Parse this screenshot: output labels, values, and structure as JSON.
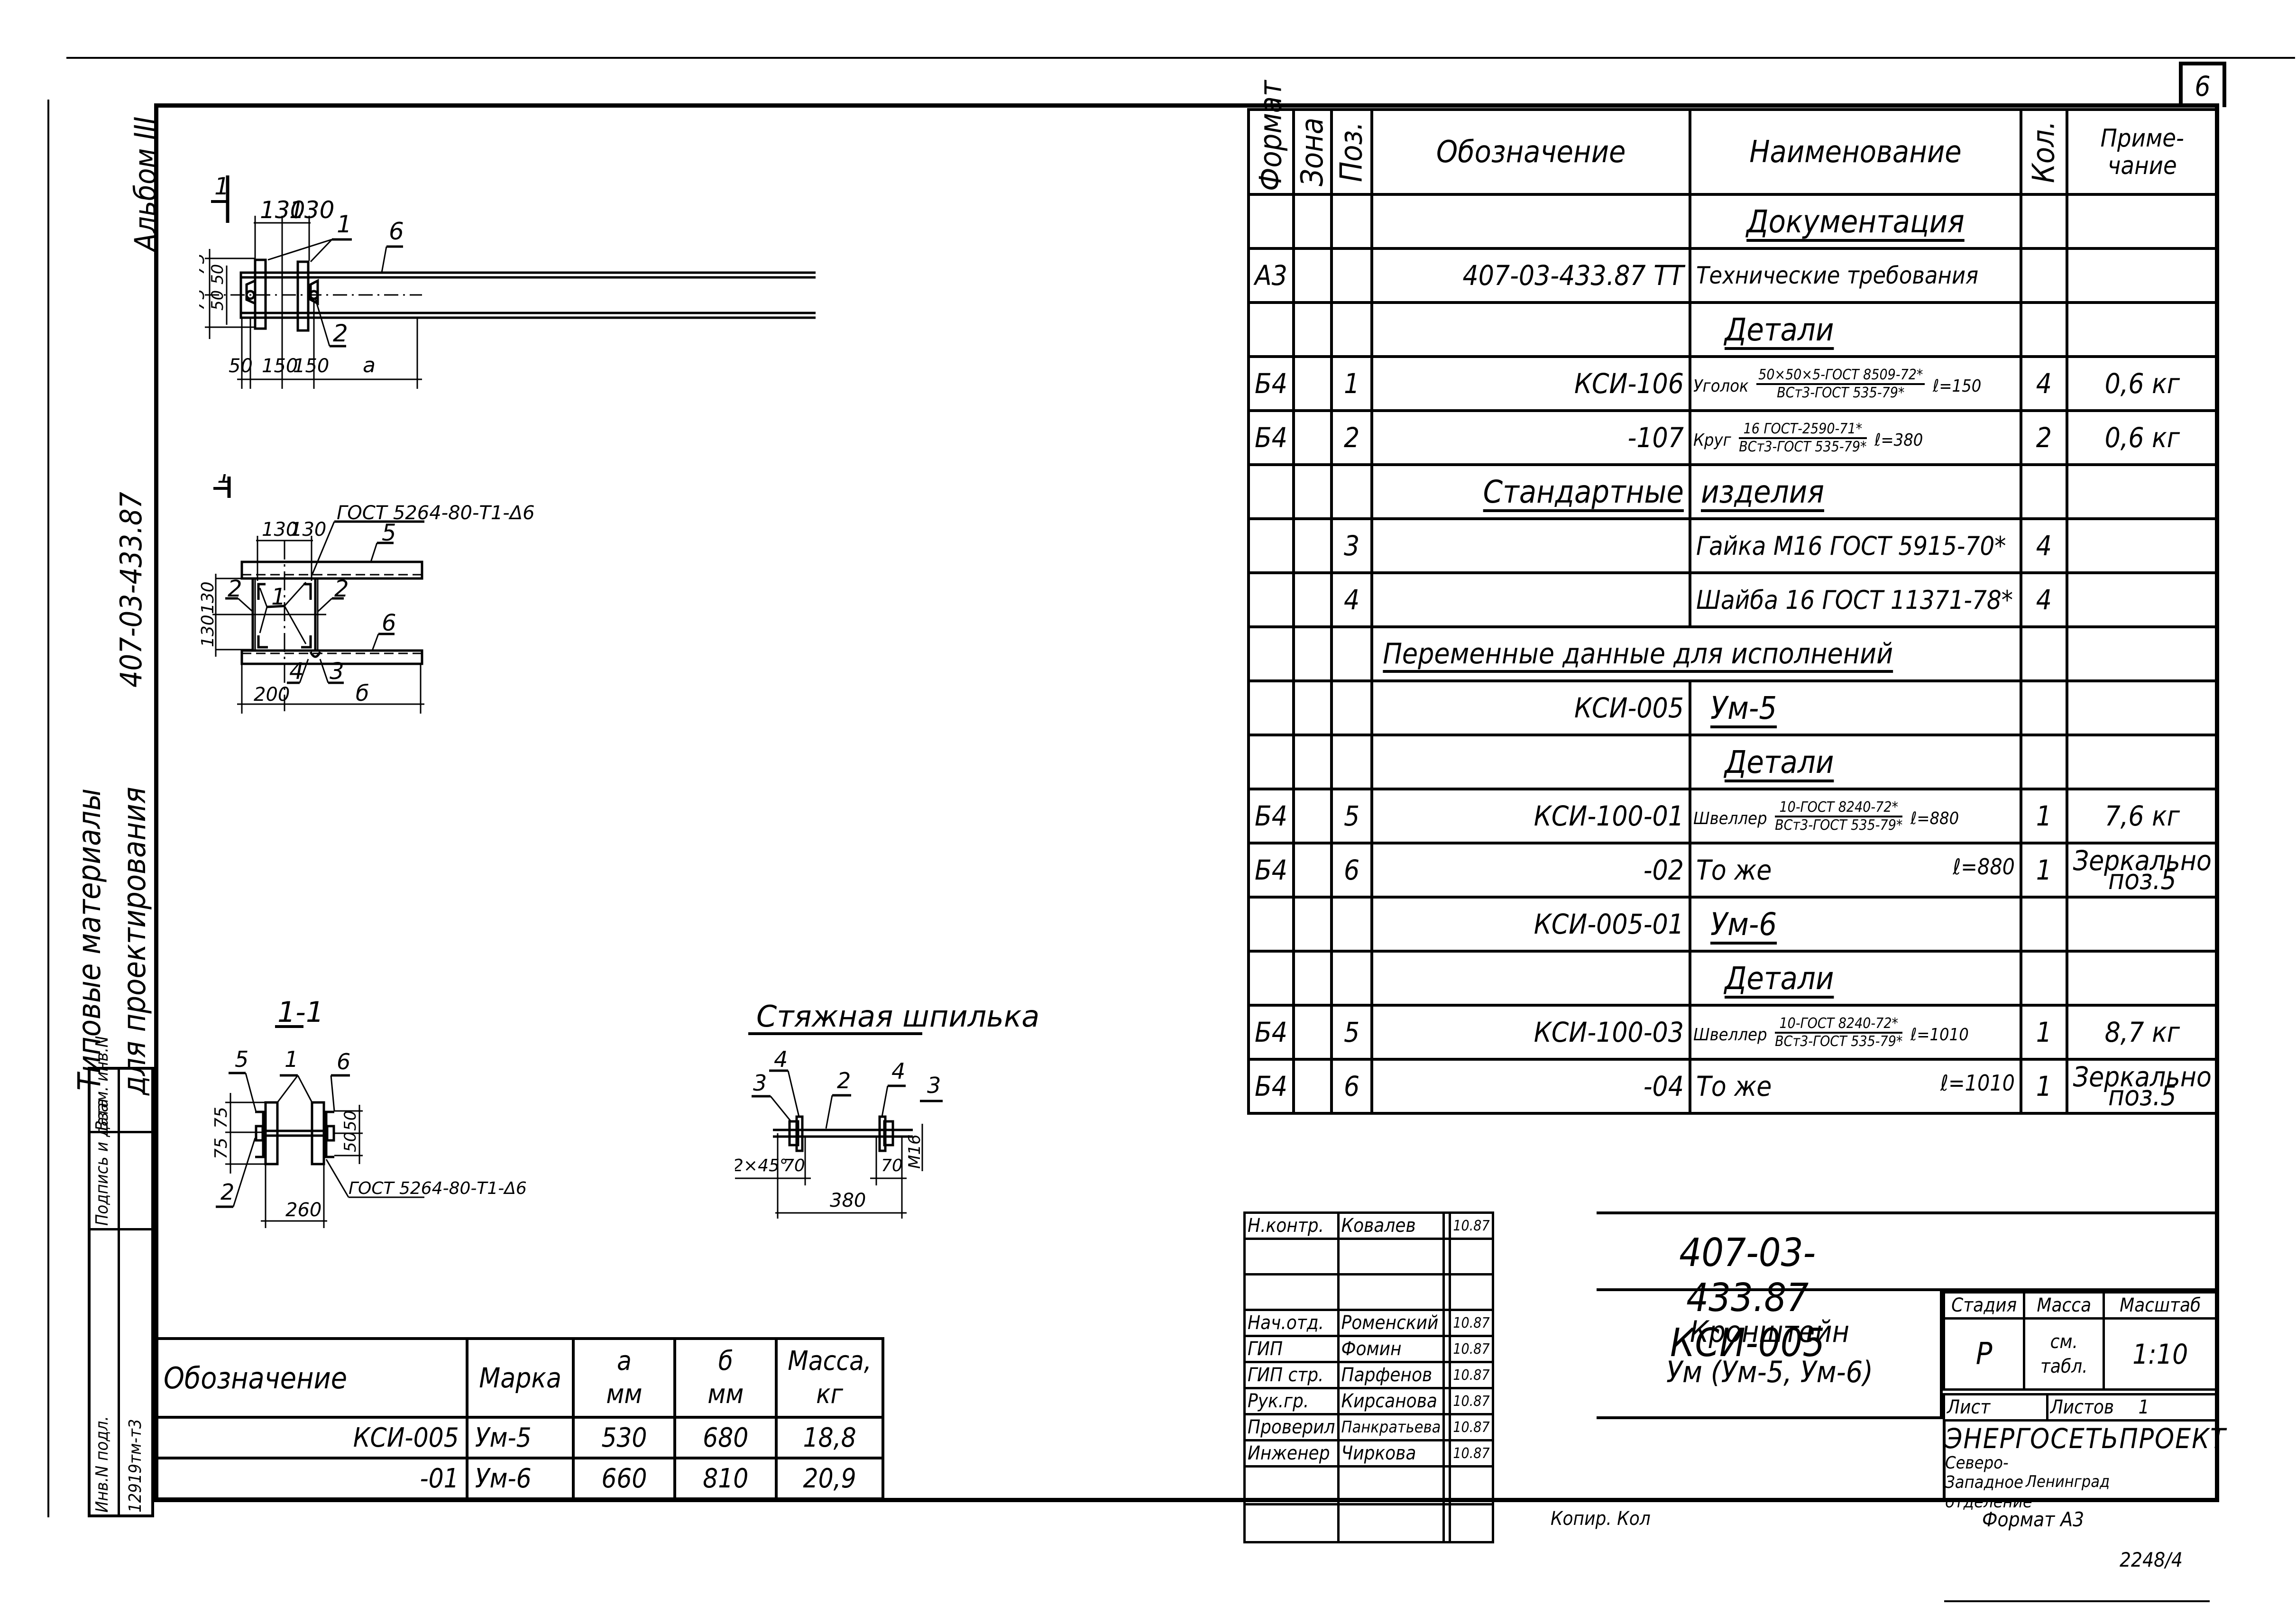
{
  "sheet_number": "6",
  "side_labels": {
    "album": "Альбом III",
    "series_title_line1": "Типовые материалы",
    "series_title_line2": "для проектирования",
    "series_code": "407-03-433.87"
  },
  "stamp": {
    "inv_podl_label": "Инв.N подл.",
    "inv_podl_value": "12919тм-т3",
    "sign_date_label": "Подпись и дата",
    "vzam_label": "Взам. инв.N"
  },
  "drawings": {
    "plan_top": {
      "section_mark": "1",
      "dims_top": [
        "130",
        "130"
      ],
      "dims_left": [
        "75",
        "75",
        "50",
        "50"
      ],
      "dims_bottom": [
        "50",
        "150",
        "150",
        "а"
      ],
      "callouts": [
        "1",
        "6",
        "2"
      ]
    },
    "plan_bottom": {
      "section_mark": "1",
      "weld_note": "ГОСТ 5264-80-Т1-Δ6",
      "dims_top": [
        "130",
        "130"
      ],
      "dims_left": [
        "130",
        "130"
      ],
      "dims_bottom": [
        "200",
        "б"
      ],
      "callouts": [
        "5",
        "2",
        "1",
        "2",
        "6",
        "4",
        "3"
      ]
    },
    "section_1_1": {
      "title": "1-1",
      "dims_left": [
        "75",
        "75"
      ],
      "dims_right": [
        "50",
        "50"
      ],
      "dim_bottom": "260",
      "weld_note": "ГОСТ 5264-80-Т1-Δ6",
      "callouts": [
        "5",
        "1",
        "6",
        "2"
      ]
    },
    "stud": {
      "title": "Стяжная шпилька",
      "chamfer": "2×45°",
      "dims": [
        "70",
        "70",
        "380",
        "М16"
      ],
      "callouts": [
        "4",
        "3",
        "2",
        "4",
        "3"
      ]
    }
  },
  "spec_table": {
    "headers": {
      "format": "Формат",
      "zone": "Зона",
      "pos": "Поз.",
      "designation": "Обозначение",
      "name": "Наименование",
      "qty": "Кол.",
      "note": "Приме-чание"
    },
    "rows": [
      {
        "type": "section",
        "name": "Документация"
      },
      {
        "format": "А3",
        "zone": "",
        "pos": "",
        "designation": "407-03-433.87   ТТ",
        "name": "Технические требования",
        "qty": "",
        "note": ""
      },
      {
        "type": "section",
        "name": "Детали"
      },
      {
        "format": "Б4",
        "zone": "",
        "pos": "1",
        "designation": "КСИ-106",
        "name_prefix": "Уголок",
        "frac_num": "50×50×5-ГОСТ 8509-72*",
        "frac_den": "ВСт3-ГОСТ 535-79*",
        "length": "ℓ=150",
        "qty": "4",
        "note": "0,6 кг"
      },
      {
        "format": "Б4",
        "zone": "",
        "pos": "2",
        "designation": "-107",
        "name_prefix": "Круг",
        "frac_num": "16 ГОСТ-2590-71*",
        "frac_den": "ВСт3-ГОСТ 535-79*",
        "length": "ℓ=380",
        "qty": "2",
        "note": "0,6 кг"
      },
      {
        "type": "section2",
        "left": "Стандартные",
        "right": "изделия"
      },
      {
        "format": "",
        "zone": "",
        "pos": "3",
        "designation": "",
        "name": "Гайка М16 ГОСТ 5915-70*",
        "qty": "4",
        "note": ""
      },
      {
        "format": "",
        "zone": "",
        "pos": "4",
        "designation": "",
        "name": "Шайба 16 ГОСТ 11371-78*",
        "qty": "4",
        "note": ""
      },
      {
        "type": "wide",
        "text": "Переменные данные для исполнений"
      },
      {
        "type": "variant",
        "designation": "КСИ-005",
        "name": "Ум-5"
      },
      {
        "type": "section",
        "name": "Детали"
      },
      {
        "format": "Б4",
        "zone": "",
        "pos": "5",
        "designation": "КСИ-100-01",
        "name_prefix": "Швеллер",
        "frac_num": "10-ГОСТ 8240-72*",
        "frac_den": "ВСт3-ГОСТ 535-79*",
        "length": "ℓ=880",
        "qty": "1",
        "note": "7,6 кг"
      },
      {
        "format": "Б4",
        "zone": "",
        "pos": "6",
        "designation": "-02",
        "name": "То же",
        "length": "ℓ=880",
        "qty": "1",
        "note": "Зеркально поз.5"
      },
      {
        "type": "variant",
        "designation": "КСИ-005-01",
        "name": "Ум-6"
      },
      {
        "type": "section",
        "name": "Детали"
      },
      {
        "format": "Б4",
        "zone": "",
        "pos": "5",
        "designation": "КСИ-100-03",
        "name_prefix": "Швеллер",
        "frac_num": "10-ГОСТ 8240-72*",
        "frac_den": "ВСт3-ГОСТ 535-79*",
        "length": "ℓ=1010",
        "qty": "1",
        "note": "8,7 кг"
      },
      {
        "format": "Б4",
        "zone": "",
        "pos": "6",
        "designation": "-04",
        "name": "То же",
        "length": "ℓ=1010",
        "qty": "1",
        "note": "Зеркально поз.5"
      }
    ]
  },
  "dims_table": {
    "headers": {
      "designation": "Обозначение",
      "mark": "Марка",
      "a": "а",
      "a_unit": "мм",
      "b": "б",
      "b_unit": "мм",
      "mass": "Масса,",
      "mass_unit": "кг"
    },
    "rows": [
      {
        "designation": "КСИ-005",
        "mark": "Ум-5",
        "a": "530",
        "b": "680",
        "mass": "18,8"
      },
      {
        "designation": "-01",
        "mark": "Ум-6",
        "a": "660",
        "b": "810",
        "mass": "20,9"
      }
    ]
  },
  "title_block": {
    "people": [
      {
        "role": "Н.контр.",
        "name": "Ковалев",
        "date": "10.87"
      },
      {
        "role": "",
        "name": "",
        "date": ""
      },
      {
        "role": "",
        "name": "",
        "date": ""
      },
      {
        "role": "Нач.отд.",
        "name": "Роменский",
        "date": "10.87"
      },
      {
        "role": "ГИП",
        "name": "Фомин",
        "date": "10.87"
      },
      {
        "role": "ГИП стр.",
        "name": "Парфенов",
        "date": "10.87"
      },
      {
        "role": "Рук.гр.",
        "name": "Кирсанова",
        "date": "10.87"
      },
      {
        "role": "Проверил",
        "name": "Панкратьева",
        "date": "10.87"
      },
      {
        "role": "Инженер",
        "name": "Чиркова",
        "date": "10.87"
      }
    ],
    "doc_code": "407-03-433.87 КСИ-005",
    "product_name_line1": "Кронштейн",
    "product_name_line2": "Ум (Ум-5, Ум-6)",
    "stage_label": "Стадия",
    "mass_label": "Масса",
    "scale_label": "Масштаб",
    "stage": "Р",
    "mass": "см. табл.",
    "scale": "1:10",
    "sheet_label": "Лист",
    "sheets_label": "Листов",
    "sheets": "1",
    "org_name": "ЭНЕРГОСЕТЬПРОЕКТ",
    "org_dept": "Северо-Западное отделение",
    "org_city": "Ленинград"
  },
  "footer": {
    "copied": "Копир. Кол",
    "format": "Формат А3",
    "archive_no": "2248/4"
  }
}
